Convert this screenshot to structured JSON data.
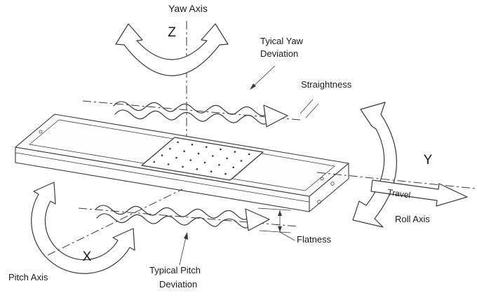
{
  "labels": {
    "yaw_axis": "Yaw Axis",
    "z_axis": "Z",
    "yaw_deviation_line1": "Tyical Yaw",
    "yaw_deviation_line2": "Deviation",
    "straightness": "Straightness",
    "y_axis": "Y",
    "travel": "Travel",
    "roll_axis": "Roll Axis",
    "flatness": "Flatness",
    "x_axis": "X",
    "pitch_axis": "Pitch Axis",
    "pitch_deviation_line1": "Typical Pitch",
    "pitch_deviation_line2": "Deviation"
  },
  "colors": {
    "line": "#3a3a3a",
    "background": "#ffffff"
  }
}
